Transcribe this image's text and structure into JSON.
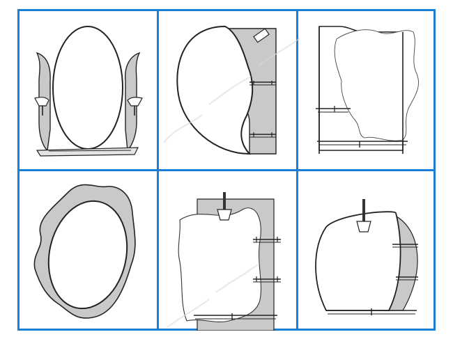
{
  "colors": {
    "grid_border": "#1a7fd4",
    "glass_gray": "#c9c9c9",
    "outline": "#222222",
    "background": "#ffffff"
  },
  "panels": [
    {
      "id": "mirror-1",
      "icon": "oval-mirror-with-tulip-sconces-icon"
    },
    {
      "id": "mirror-2",
      "icon": "egg-mirror-with-side-shelves-icon"
    },
    {
      "id": "mirror-3",
      "icon": "wavy-mirror-with-frame-icon"
    },
    {
      "id": "mirror-4",
      "icon": "scalloped-oval-mirror-icon"
    },
    {
      "id": "mirror-5",
      "icon": "wavy-mirror-with-lamp-and-shelves-icon"
    },
    {
      "id": "mirror-6",
      "icon": "curved-mirror-with-lamp-and-shelves-icon"
    }
  ]
}
